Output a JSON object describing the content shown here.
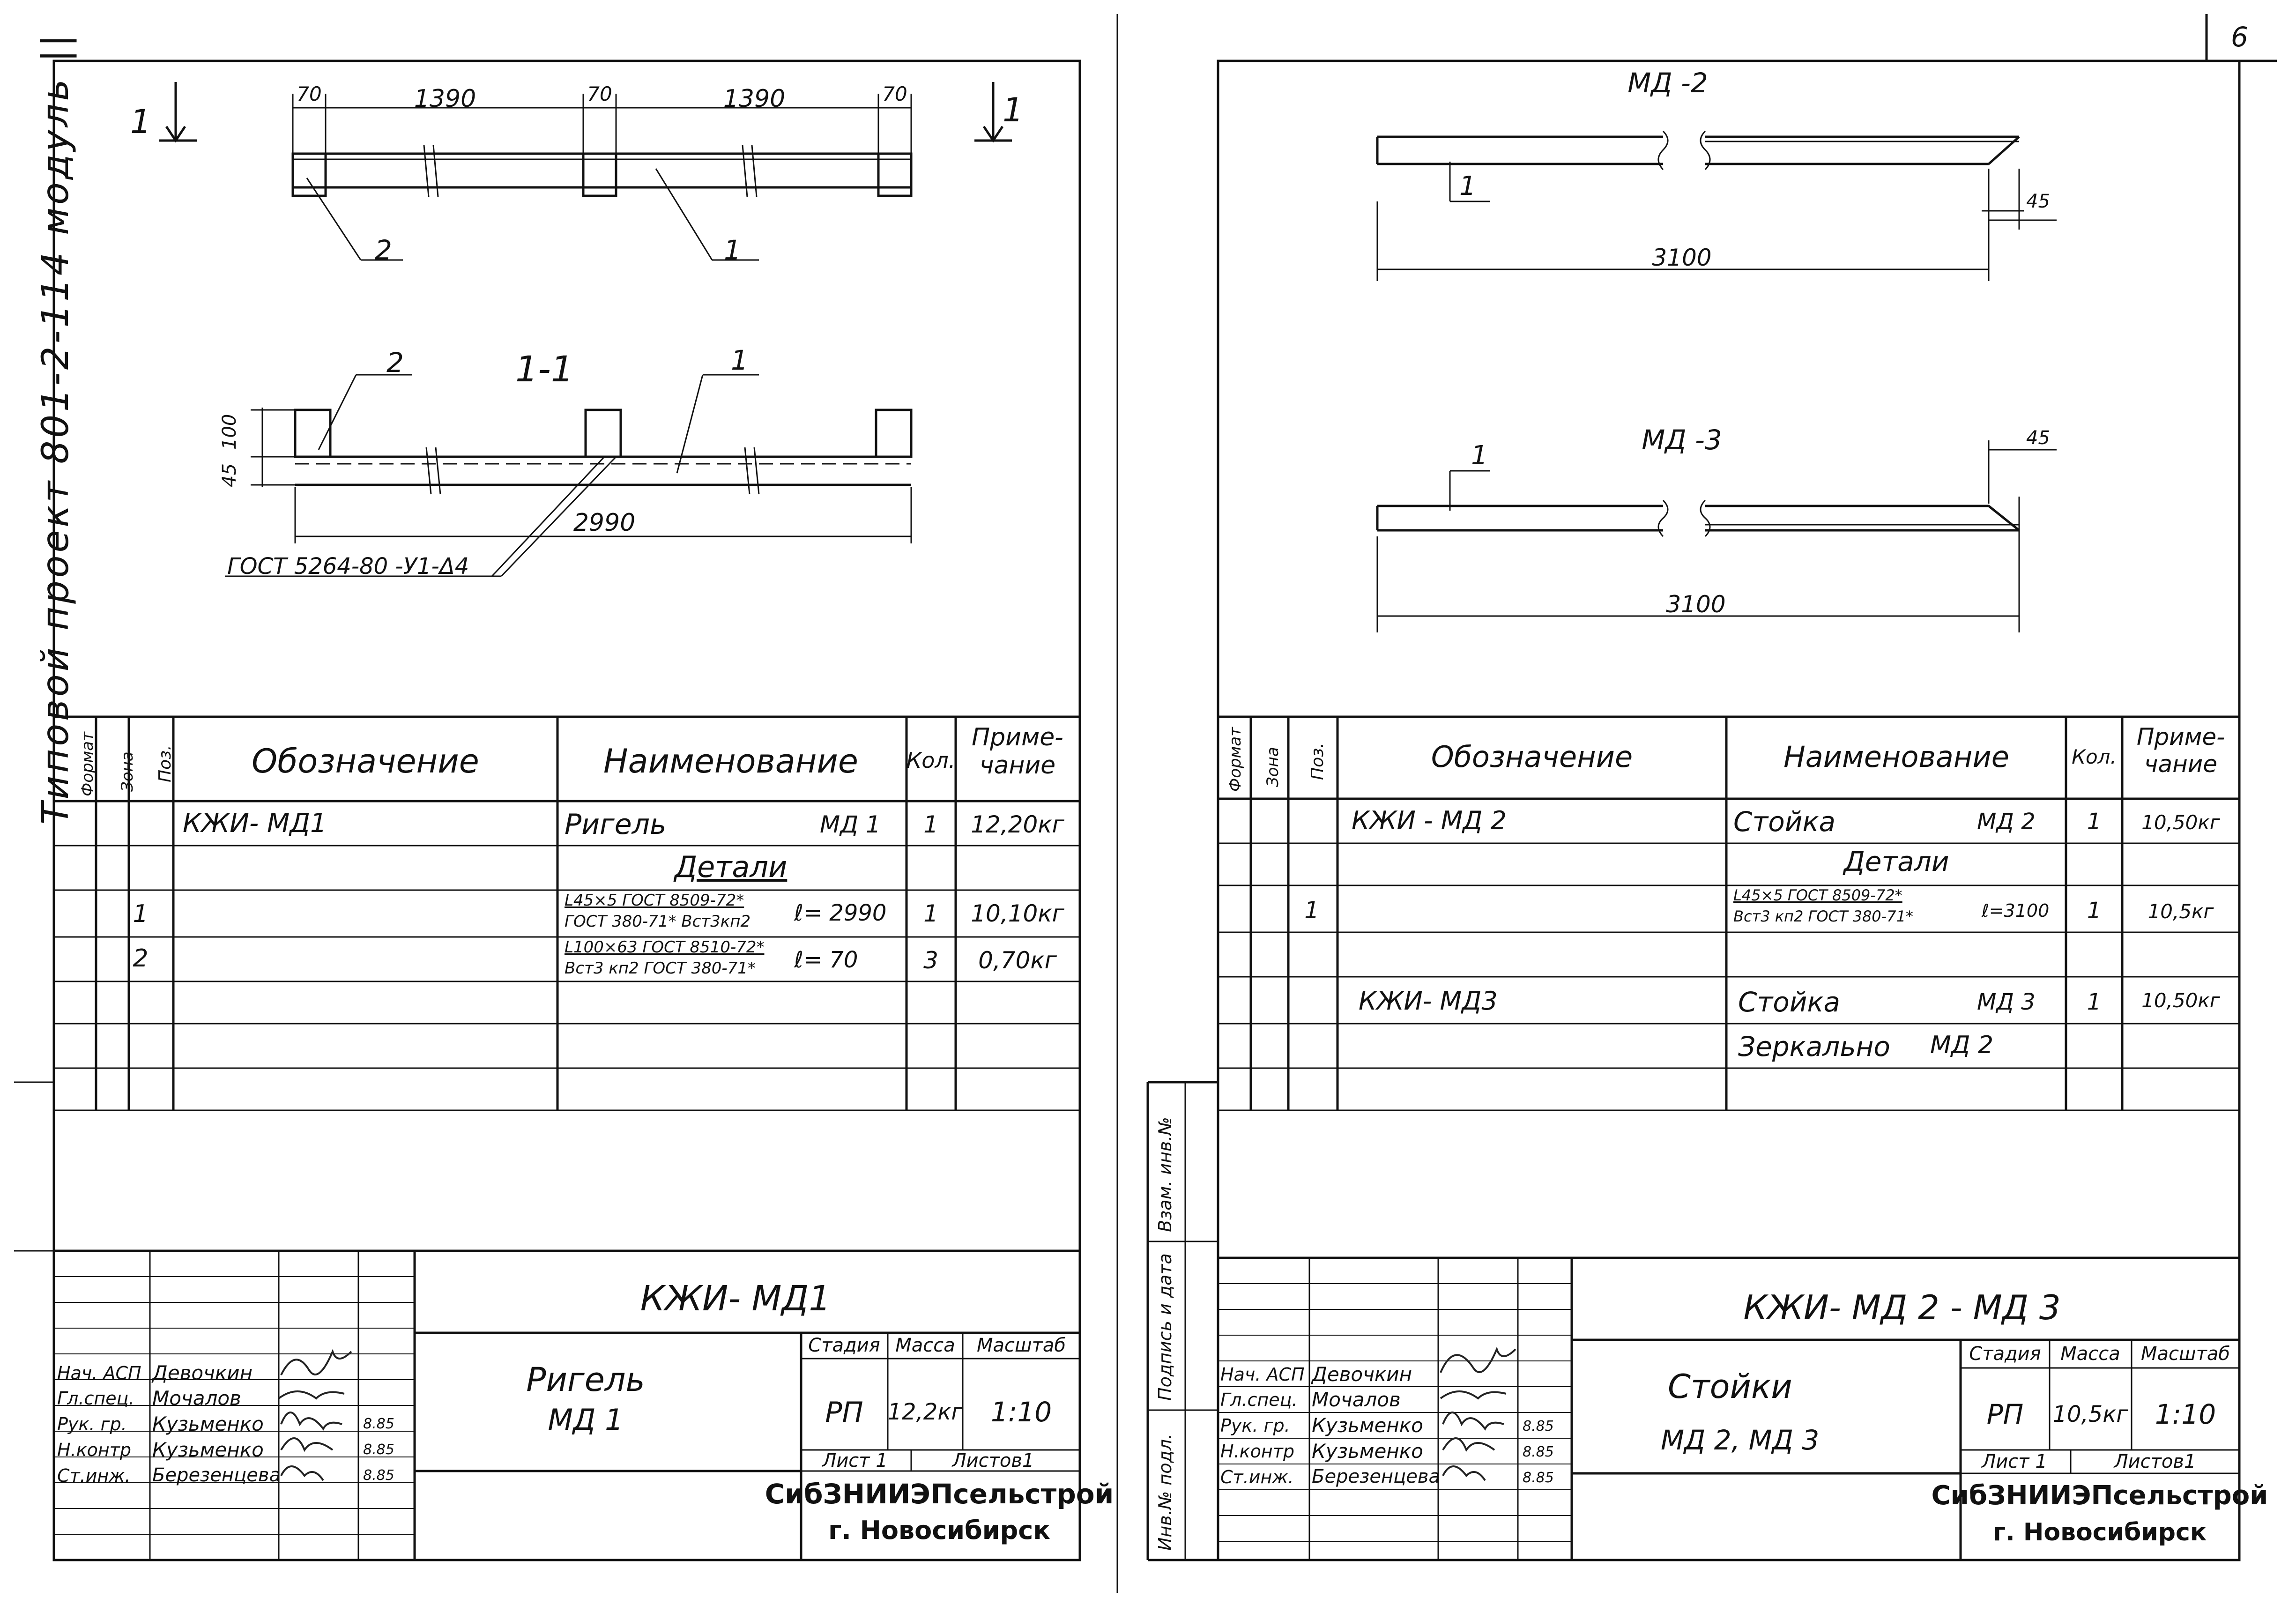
{
  "page_number": "6",
  "vertical_title": "Типовой проект 801-2-114 модуль ||",
  "left": {
    "section_mark": "1",
    "top_dims": [
      "70",
      "1390",
      "70",
      "1390",
      "70"
    ],
    "callouts": {
      "pos1": "1",
      "pos2": "2"
    },
    "section_title": "1-1",
    "side_dims": {
      "d100": "100",
      "d45": "45"
    },
    "overall_dim": "2990",
    "weld_note": "ГОСТ 5264-80 -У1-Δ4",
    "spec": {
      "headers": {
        "format": "Формат",
        "zone": "Зона",
        "pos": "Поз.",
        "designation": "Обозначение",
        "name": "Наименование",
        "qty": "Кол.",
        "note": "Приме-\nчание"
      },
      "rows": [
        {
          "pos": "",
          "designation": "КЖИ- МД1",
          "name": "Ригель",
          "name_mark": "МД 1",
          "qty": "1",
          "note": "12,20кг"
        },
        {
          "pos": "",
          "designation": "",
          "name": "Детали",
          "name_mark": "",
          "qty": "",
          "note": ""
        },
        {
          "pos": "1",
          "designation": "",
          "name_top": "L45×5 ГОСТ 8509-72*",
          "name_bot": "ГОСТ 380-71* Вст3кп2",
          "len": "ℓ= 2990",
          "qty": "1",
          "note": "10,10кг"
        },
        {
          "pos": "2",
          "designation": "",
          "name_top": "L100×63 ГОСТ 8510-72*",
          "name_bot": "Вст3 кп2 ГОСТ 380-71*",
          "len": "ℓ= 70",
          "qty": "3",
          "note": "0,70кг"
        }
      ]
    },
    "title_block": {
      "code": "КЖИ- МД1",
      "name_line1": "Ригель",
      "name_line2": "МД 1",
      "stage_label": "Стадия",
      "mass_label": "Масса",
      "scale_label": "Масштаб",
      "stage": "РП",
      "mass": "12,2кг",
      "scale": "1:10",
      "sheet": "Лист 1",
      "sheets": "Листов1",
      "org": "СибЗНИИЭПсельстрой",
      "city": "г. Новосибирск",
      "people": [
        {
          "role": "Нач. АСП",
          "name": "Девочкин",
          "date": ""
        },
        {
          "role": "Гл.спец.",
          "name": "Мочалов",
          "date": ""
        },
        {
          "role": "Рук. гр.",
          "name": "Кузьменко",
          "date": "8.85"
        },
        {
          "role": "Н.контр",
          "name": "Кузьменко",
          "date": "8.85"
        },
        {
          "role": "Ст.инж.",
          "name": "Березенцева",
          "date": "8.85"
        }
      ]
    }
  },
  "right": {
    "md2_title": "МД -2",
    "md3_title": "МД -3",
    "dim_3100": "3100",
    "dim_45": "45",
    "callout": "1",
    "side_stamps": [
      "Взам. инв.№",
      "Подпись и дата",
      "Инв.№ подл."
    ],
    "spec": {
      "headers": {
        "format": "Формат",
        "zone": "Зона",
        "pos": "Поз.",
        "designation": "Обозначение",
        "name": "Наименование",
        "qty": "Кол.",
        "note": "Приме-\nчание"
      },
      "rows": [
        {
          "pos": "",
          "designation": "КЖИ - МД 2",
          "name": "Стойка",
          "name_mark": "МД 2",
          "qty": "1",
          "note": "10,50кг"
        },
        {
          "pos": "",
          "designation": "",
          "name": "Детали",
          "name_mark": "",
          "qty": "",
          "note": ""
        },
        {
          "pos": "1",
          "designation": "",
          "name_top": "L45×5 ГОСТ 8509-72*",
          "name_bot": "Вст3 кп2 ГОСТ 380-71*",
          "len": "ℓ=3100",
          "qty": "1",
          "note": "10,5кг"
        },
        {
          "pos": "",
          "designation": "КЖИ- МД3",
          "name": "Стойка",
          "name_mark": "МД 3",
          "qty": "1",
          "note": "10,50кг"
        },
        {
          "pos": "",
          "designation": "",
          "name": "Зеркально",
          "name_mark": "МД 2",
          "qty": "",
          "note": ""
        }
      ]
    },
    "title_block": {
      "code": "КЖИ- МД 2 - МД 3",
      "name_line1": "Стойки",
      "name_line2": "МД 2,   МД 3",
      "stage_label": "Стадия",
      "mass_label": "Масса",
      "scale_label": "Масштаб",
      "stage": "РП",
      "mass": "10,5кг",
      "scale": "1:10",
      "sheet": "Лист 1",
      "sheets": "Листов1",
      "org": "СибЗНИИЭПсельстрой",
      "city": "г. Новосибирск",
      "people": [
        {
          "role": "Нач. АСП",
          "name": "Девочкин",
          "date": ""
        },
        {
          "role": "Гл.спец.",
          "name": "Мочалов",
          "date": ""
        },
        {
          "role": "Рук. гр.",
          "name": "Кузьменко",
          "date": "8.85"
        },
        {
          "role": "Н.контр",
          "name": "Кузьменко",
          "date": "8.85"
        },
        {
          "role": "Ст.инж.",
          "name": "Березенцева",
          "date": "8.85"
        }
      ]
    }
  }
}
